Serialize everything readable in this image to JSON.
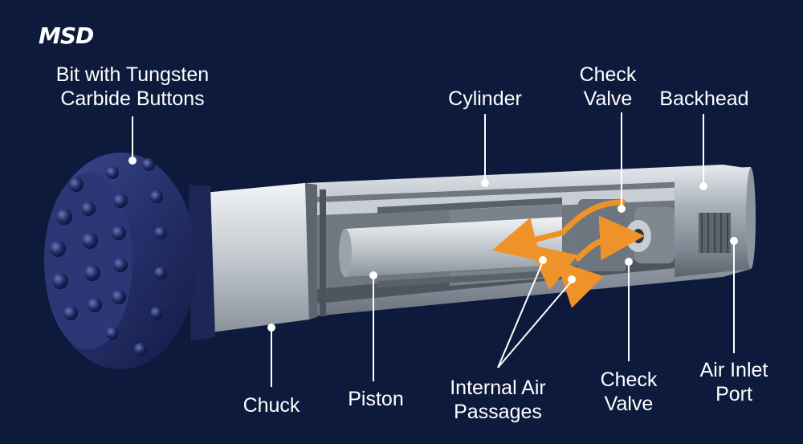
{
  "logo": "MSD",
  "labels": {
    "bit": "Bit with Tungsten\nCarbide Buttons",
    "cylinder": "Cylinder",
    "check_valve_top": "Check\nValve",
    "backhead": "Backhead",
    "chuck": "Chuck",
    "piston": "Piston",
    "air_passages": "Internal Air\nPassages",
    "check_valve_bottom": "Check\nValve",
    "air_inlet": "Air Inlet\nPort"
  },
  "colors": {
    "background": "#0e1a3c",
    "steel": "#9aa3ad",
    "bit": "#2a3570",
    "air_flow": "#f0922a",
    "leader": "#ffffff"
  }
}
